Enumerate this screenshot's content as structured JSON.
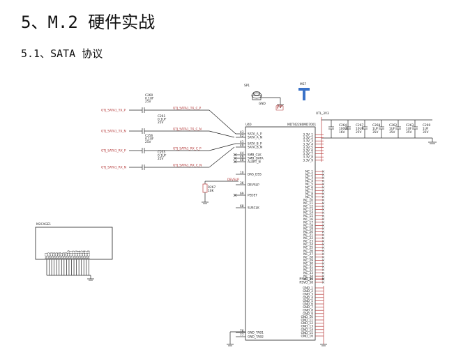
{
  "heading": "5、M.2 硬件实战",
  "subheading": "5.1、SATA 协议",
  "schematic": {
    "sp1": {
      "ref": "SP1",
      "pin": "GND"
    },
    "ms7": {
      "ref": "MS7"
    },
    "power_net": "UTL_3V3",
    "u40": {
      "ref": "U40",
      "value": "MDT42280MD7001",
      "left_pins": [
        {
          "num": "43",
          "name": "SATA_A_P"
        },
        {
          "num": "42",
          "name": "SATA_A_N"
        },
        {
          "num": "41",
          "name": "SATA_B_P"
        },
        {
          "num": "40",
          "name": "SATA_B_N"
        },
        {
          "num": "44",
          "name": "SMB_CLK"
        },
        {
          "num": "46",
          "name": "SMB_DATA"
        },
        {
          "num": "48",
          "name": "ALERT_N"
        },
        {
          "num": "10",
          "name": "DAS_DSS"
        },
        {
          "num": "36",
          "name": "DEVSLP"
        },
        {
          "num": "69",
          "name": "PEDET"
        },
        {
          "num": "68",
          "name": "SUSCLK"
        },
        {
          "num": "76",
          "name": "GND_TAB1"
        },
        {
          "num": "77",
          "name": "GND_TAB2"
        }
      ],
      "right_top": [
        "3.3V_1",
        "3.3V_2",
        "3.3V_3",
        "3.3V_4",
        "3.3V_5",
        "3.3V_6",
        "3.3V_7",
        "3.3V_8",
        "3.3V_9"
      ],
      "nc_pins": [
        "NC_1",
        "NC_2",
        "NC_3",
        "NC_4",
        "NC_5",
        "NC_6",
        "NC_7",
        "NC_8",
        "NC_9",
        "NC_10",
        "NC_11",
        "NC_12",
        "NC_13",
        "NC_14",
        "NC_15",
        "NC_16",
        "NC_17",
        "NC_18",
        "NC_19",
        "NC_20",
        "NC_21",
        "NC_22",
        "NC_23",
        "NC_24",
        "NC_25",
        "NC_26",
        "NC_27",
        "NC_28",
        "NC_29",
        "NC_30",
        "NC_31",
        "NC_32",
        "NC_33",
        "NC_34",
        "NC_35"
      ],
      "rsvd": [
        "RSVD_56",
        "RSVD_58"
      ],
      "gnd_pins": [
        "GND_1",
        "GND_2",
        "GND_3",
        "GND_4",
        "GND_5",
        "GND_6",
        "GND_7",
        "GND_8",
        "GND_9",
        "GND_10",
        "GND_11",
        "GND_12",
        "GND_13",
        "GND_14",
        "GND_15",
        "GND_16"
      ]
    },
    "sata_nets": [
      {
        "left": "GTJ_SATA1_TX_P",
        "cap": "C260",
        "value": "0.1UF",
        "volt": "25V",
        "right": "GTJ_SATA1_TX_C_P"
      },
      {
        "left": "GTJ_SATA1_TX_N",
        "cap": "C261",
        "value": "0.1UF",
        "volt": "25V",
        "right": "GTJ_SATA1_TX_C_N"
      },
      {
        "left": "GTJ_SATA1_RX_P",
        "cap": "C256",
        "value": "0.1UF",
        "volt": "25V",
        "right": "GTJ_SATA1_RX_C_P"
      },
      {
        "left": "GTJ_SATA1_RX_N",
        "cap": "C255",
        "value": "0.1UF",
        "volt": "25V",
        "right": "GTJ_SATA1_RX_C_N"
      }
    ],
    "decoupling": [
      {
        "ref": "C264",
        "value": "100UF",
        "volt": "16V"
      },
      {
        "ref": "C267",
        "value": "10UF",
        "volt": "25V"
      },
      {
        "ref": "C268",
        "value": "1UF",
        "volt": "35V"
      },
      {
        "ref": "C262",
        "value": "1UF",
        "volt": "35V"
      },
      {
        "ref": "C263",
        "value": "1UF",
        "volt": "35V"
      },
      {
        "ref": "C269",
        "value": "1UF",
        "volt": "35V"
      }
    ],
    "r267": {
      "ref": "R267",
      "value": "10K"
    },
    "devslp_net": "DEVSLP",
    "cage": {
      "ref": "M2CAGE1",
      "pins": [
        "NC1",
        "NC2",
        "NC3",
        "NC4",
        "NC5",
        "NC6",
        "NC7",
        "NC8",
        "NC9",
        "NC10",
        "NC11",
        "NC12",
        "NC13",
        "NC14",
        "NC15",
        "NC16",
        "NC17",
        "NC18"
      ]
    }
  }
}
